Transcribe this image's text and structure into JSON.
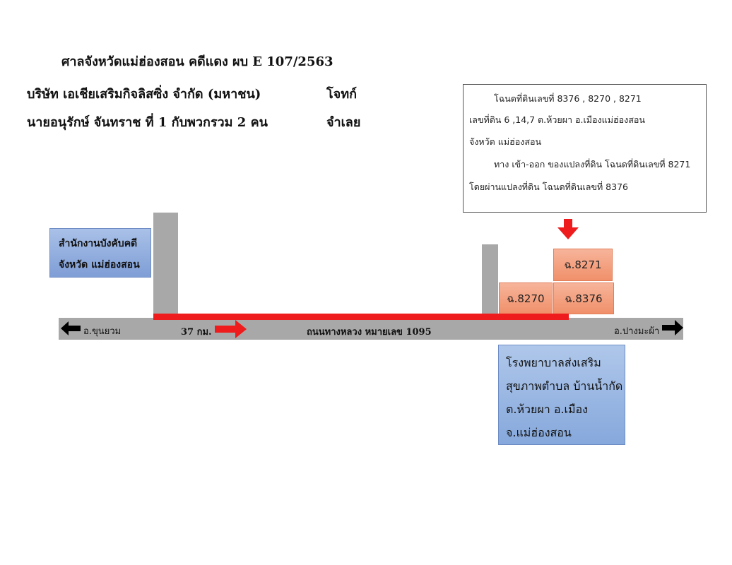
{
  "header": {
    "court_line": "ศาลจังหวัดแม่ฮ่องสอน คดีแดง ผบ E 107/2563",
    "plaintiff_name": "บริษัท เอเชียเสริมกิจลิสซิ่ง จำกัด (มหาชน)",
    "plaintiff_role": "โจทก์",
    "defendant_name": "นายอนุรักษ์ จันทราช ที่ 1 กับพวกรวม 2 คน",
    "defendant_role": "จำเลย"
  },
  "info_box": {
    "line1": "โฉนดที่ดินเลขที่ 8376 , 8270 , 8271",
    "line2": "เลขที่ดิน 6 ,14,7  ต.ห้วยผา อ.เมืองแม่ฮ่องสอน",
    "line3": "จังหวัด แม่ฮ่องสอน",
    "line4": "ทาง เข้า-ออก ของแปลงที่ดิน โฉนดที่ดินเลขที่ 8271",
    "line5": "โดยผ่านแปลงที่ดิน โฉนดที่ดินเลขที่ 8376"
  },
  "office_box": {
    "line1": "สำนักงานบังคับคดี",
    "line2": "จังหวัด แม่ฮ่องสอน"
  },
  "parcels": {
    "p8271": "ฉ.8271",
    "p8270": "ฉ.8270",
    "p8376": "ฉ.8376"
  },
  "road": {
    "left_destination": "อ.ขุนยวม",
    "distance": "37 กม.",
    "highway_name": "ถนนทางหลวง หมายเลข 1095",
    "right_destination": "อ.ปางมะผ้า"
  },
  "hospital_box": {
    "line1": "โรงพยาบาลส่งเสริม",
    "line2": "สุขภาพตำบล บ้านน้ำกัด",
    "line3": "ต.ห้วยผา อ.เมือง",
    "line4": "จ.แม่ฮ่องสอน"
  },
  "colors": {
    "route_red": "#ee1c1c",
    "road_gray": "#a8a8a8",
    "parcel_orange": "#f0906a",
    "box_blue": "#8fb0e0"
  }
}
